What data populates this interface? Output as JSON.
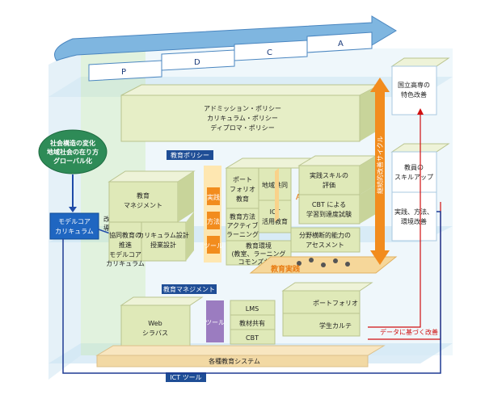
{
  "pdca": [
    "P",
    "D",
    "C",
    "A"
  ],
  "policies": {
    "line1": "アドミッション・ポリシー",
    "line2": "カリキュラム・ポリシー",
    "line3": "ディプロマ・ポリシー"
  },
  "external": {
    "line1": "社会構造の変化",
    "line2": "地域社会の在り方",
    "line3": "グローバル化"
  },
  "model_core": {
    "line1": "モデルコア",
    "line2": "カリキュラム"
  },
  "kaizen_donyu": {
    "line1": "改善・",
    "line2": "導入"
  },
  "labels": {
    "education_policy": "教育ポリシー",
    "education_management": "教育マネジメント",
    "ict_tool": "ICT ツール",
    "education_practice": "教育実践",
    "data_improvement": "データに基づく改善",
    "tool": "ツール",
    "method": "方法",
    "practice": "実践",
    "assessment": "アセスメント",
    "continuous_improvement": "継続的改善サイクル"
  },
  "left_blocks": {
    "edu_mgmt": {
      "line1": "教育",
      "line2": "マネジメント"
    },
    "collab": {
      "line1": "協同教育の",
      "line2": "推進"
    },
    "curriculum": {
      "line1": "カリキュラム設計",
      "line2": "授業設計"
    },
    "model": {
      "line1": "モデルコア",
      "line2": "カリキュラム"
    }
  },
  "middle_blocks": {
    "portfolio_edu": {
      "line1": "ポート",
      "line2": "フォリオ",
      "line3": "教育"
    },
    "regional": {
      "line1": "地域共同"
    },
    "active": {
      "line1": "教育方法",
      "line2": "アクティブ",
      "line3": "ラーニング"
    },
    "ict_use": {
      "line1": "ICT",
      "line2": "活用教育"
    },
    "environment": {
      "line1": "教育環境",
      "line2": "(教室、ラーニング",
      "line3": "コモンズなど)"
    }
  },
  "assessment_blocks": {
    "practical": {
      "line1": "実践スキルの",
      "line2": "評価"
    },
    "cbt": {
      "line1": "CBT による",
      "line2": "学習到達度試験"
    },
    "cross": {
      "line1": "分野横断的能力の",
      "line2": "アセスメント"
    }
  },
  "right_blocks": {
    "kosen": {
      "line1": "国立高専の",
      "line2": "特色改善"
    },
    "teacher": {
      "line1": "教員の",
      "line2": "スキルアップ"
    },
    "practice_method": {
      "line1": "実践、方法、",
      "line2": "環境改善"
    }
  },
  "bottom_blocks": {
    "web_syllabus": {
      "line1": "Web",
      "line2": "シラバス"
    },
    "lms": "LMS",
    "material": "教材共有",
    "cbt": "CBT",
    "portfolio": "ポートフォリオ",
    "karte": "学生カルテ",
    "systems": "各種教育システム"
  }
}
